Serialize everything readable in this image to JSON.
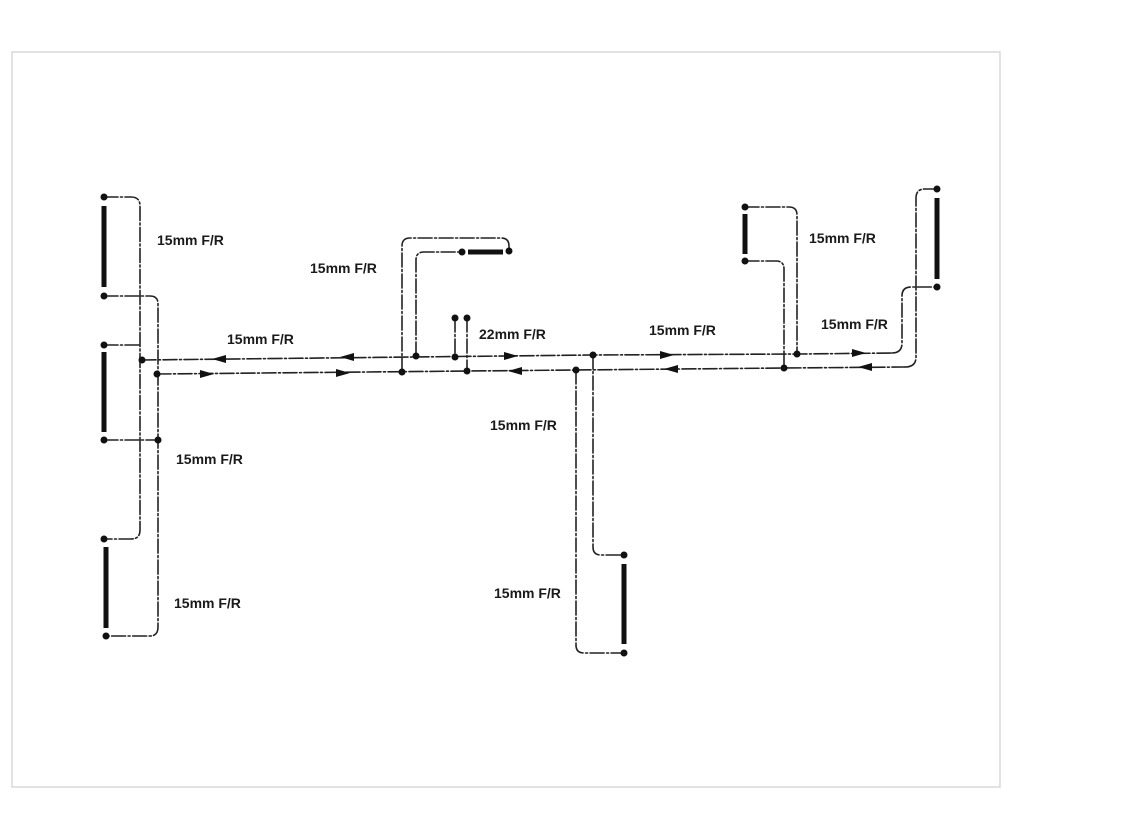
{
  "labels": {
    "top_left_riser": "15mm F/R",
    "left_riser_mid": "15mm F/R",
    "left_riser_low": "15mm F/R",
    "main_left": "15mm F/R",
    "top_branch": "15mm F/R",
    "center_22mm": "22mm F/R",
    "main_right": "15mm F/R",
    "down_branch_upper": "15mm F/R",
    "down_branch_lower": "15mm F/R",
    "right_upper": "15mm F/R",
    "right_far": "15mm F/R"
  }
}
